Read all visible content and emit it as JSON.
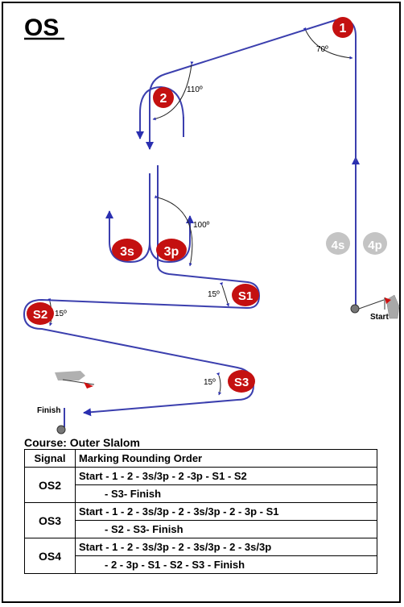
{
  "title": "OS",
  "marks": {
    "m1": "1",
    "m2": "2",
    "s3s": "3s",
    "s3p": "3p",
    "s1": "S1",
    "s2": "S2",
    "s3": "S3",
    "g4s": "4s",
    "g4p": "4p"
  },
  "angles": {
    "a70": "70º",
    "a110": "110º",
    "a100": "100º",
    "a15_s1": "15º",
    "a15_s2": "15º",
    "a15_s3": "15º"
  },
  "labels": {
    "start": "Start",
    "finish": "Finish"
  },
  "course": {
    "title": "Course: Outer Slalom",
    "headers": [
      "Signal",
      "Marking Rounding Order"
    ],
    "rows": [
      {
        "signal": "OS2",
        "lines": [
          "Start - 1 - 2 - 3s/3p - 2 -3p - S1 - S2",
          "- S3- Finish"
        ]
      },
      {
        "signal": "OS3",
        "lines": [
          "Start - 1 - 2 - 3s/3p - 2 - 3s/3p - 2 - 3p - S1",
          "- S2 - S3- Finish"
        ]
      },
      {
        "signal": "OS4",
        "lines": [
          "Start - 1 - 2 - 3s/3p - 2 - 3s/3p - 2 - 3s/3p",
          "- 2 - 3p - S1 - S2 - S3 - Finish"
        ]
      }
    ]
  },
  "colors": {
    "track": "#3b3fae",
    "mark": "#c41010",
    "ghost": "#bdbdbd",
    "flag": "#d01010"
  }
}
